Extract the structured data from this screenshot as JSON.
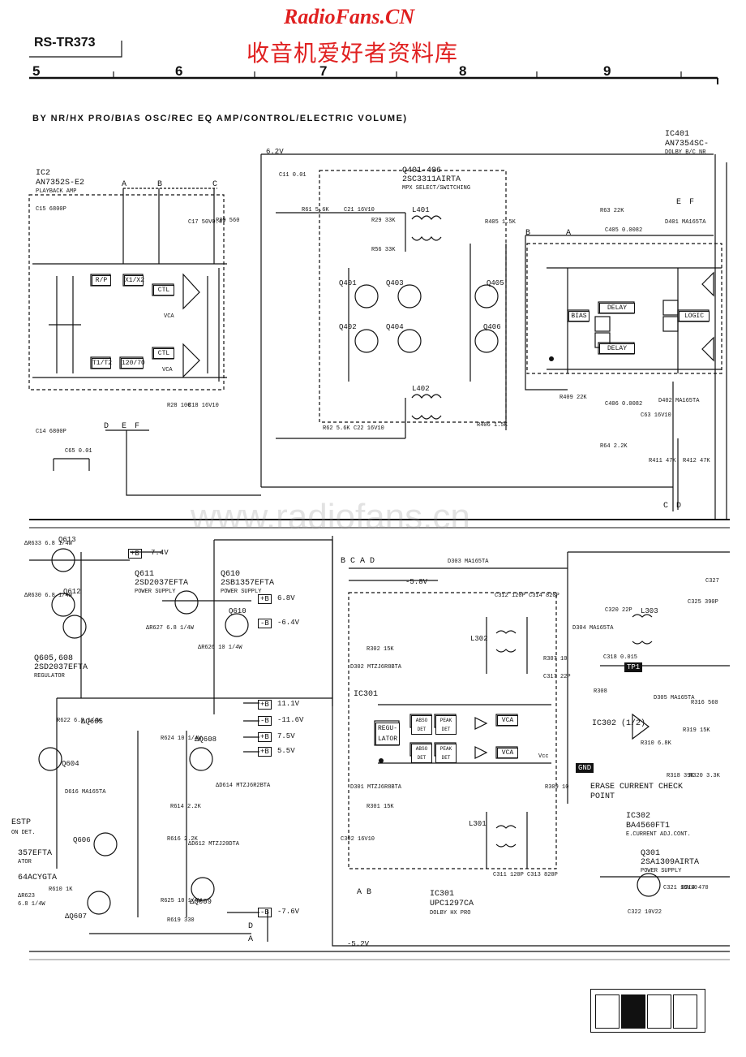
{
  "header": {
    "model": "RS-TR373",
    "watermark_title": "RadioFans.CN",
    "watermark_subtitle": "收音机爱好者资料库",
    "columns": [
      "5",
      "6",
      "7",
      "8",
      "9"
    ],
    "section_title": "BY NR/HX PRO/BIAS OSC/REC EQ AMP/CONTROL/ELECTRIC VOLUME)"
  },
  "watermark": "www.radiofans.cn",
  "ic_blocks": {
    "ic2": {
      "ref": "IC2",
      "part": "AN7352S-E2",
      "desc": "PLAYBACK AMP"
    },
    "ic401": {
      "ref": "IC401",
      "part": "AN7354SC-",
      "desc": "DOLBY B/C NR"
    },
    "q401": {
      "ref": "Q401-406",
      "part": "2SC3311AIRTA",
      "desc": "MPX SELECT/SWITCHING"
    },
    "ic301": {
      "ref": "IC301",
      "part": "UPC1297CA",
      "desc": "DOLBY HX PRO"
    },
    "ic302": {
      "ref": "IC302",
      "part": "BA4560FT1",
      "desc": "E.CURRENT ADJ.CONT."
    },
    "ic302_half": "IC302 (1/2)",
    "ic301_label": "IC301"
  },
  "transistors": {
    "q611": {
      "ref": "Q611",
      "part": "2SD2037EFTA",
      "desc": "POWER SUPPLY"
    },
    "q610": {
      "ref": "Q610",
      "part": "2SB1357EFTA",
      "desc": "POWER SUPPLY"
    },
    "q605": {
      "ref": "Q605,608",
      "part": "2SD2037EFTA",
      "desc": "REGULATOR"
    },
    "q301": {
      "ref": "Q301",
      "part": "2SA1309AIRTA",
      "desc": "POWER SUPPLY"
    },
    "q613": "Q613",
    "q612": "Q612",
    "q604": "Q604",
    "q606": "Q606",
    "q607": "ΔQ607",
    "q609": "ΔQ609",
    "q605_s": "ΔQ605",
    "q608_s": "ΔQ608",
    "q401_list": [
      "Q401",
      "Q402",
      "Q403",
      "Q404",
      "Q405",
      "Q406"
    ],
    "q610_s": "Q610"
  },
  "left_partial": {
    "estp": "ESTP",
    "ndet": "ON DET.",
    "efta": "357EFTA",
    "ator": "ATOR",
    "acygta": "64ACYGTA",
    "r623": "ΔR623",
    "r623v": "6.8 1/4W"
  },
  "ic_internal": {
    "rp": "R/P",
    "x1x2": "X1/X2",
    "ctl": "CTL",
    "vca": "VCA",
    "t1t2": "T1/T2",
    "b120": "120/70",
    "delay": "DELAY",
    "bias": "BIAS",
    "logic": "LOGIC",
    "regulator": "REGU- LATOR",
    "abso_det": "ABSO DET",
    "peak_det": "PEAK DET",
    "vcc": "Vcc"
  },
  "rails": [
    {
      "label": "+B",
      "value": "7.4V"
    },
    {
      "label": "+B",
      "value": "6.8V"
    },
    {
      "label": "-B",
      "value": "-6.4V"
    },
    {
      "label": "+B",
      "value": "11.1V"
    },
    {
      "label": "-B",
      "value": "-11.6V"
    },
    {
      "label": "+B",
      "value": "7.5V"
    },
    {
      "label": "+B",
      "value": "5.5V"
    },
    {
      "label": "-B",
      "value": "-7.6V"
    }
  ],
  "voltages": {
    "v62": "6.2V",
    "v52": "-5.2V",
    "v58": "-5.8V"
  },
  "components": {
    "c15": "C15 6800P",
    "c14": "C14 6800P",
    "c65": "C65 0.01",
    "c17": "C17 50V0.47",
    "c18": "C18 16V10",
    "c21": "C21 16V10",
    "c22": "C22 16V10",
    "c11": "C11 0.01",
    "r61": "R61 5.6K",
    "r62": "R62 5.6K",
    "r80": "R80 560",
    "r28": "R28 100",
    "r29": "R29 33K",
    "r56": "R56 33K",
    "l401": "L401",
    "l402": "L402",
    "r405": "R405 1.5K",
    "r406": "R406 1.5K",
    "r409": "R409 22K",
    "r63": "R63 22K",
    "c63": "C63 16V10",
    "r64": "R64 2.2K",
    "r411": "R411 47K",
    "r412": "R412 47K",
    "c406": "C406 0.0082",
    "c405": "C405 0.0082",
    "d401": "D401 MA165TA",
    "d402": "D402 MA165TA",
    "d303": "D303 MA165TA",
    "d302": "D302 MTZJ6R8BTA",
    "d301": "D301 MTZJ6R8BTA",
    "d304": "D304 MA165TA",
    "d305": "D305 MA165TA",
    "l301": "L301",
    "l302": "L302",
    "l303": "L303",
    "c312": "C312 120P",
    "c314": "C314 820P",
    "c311": "C311 120P",
    "c313": "C313 820P",
    "r307": "R307 10",
    "c317": "C317 22P",
    "r309": "R309 10",
    "r302": "R302 15K",
    "r301": "R301 15K",
    "c320": "C320 22P",
    "c318": "C318 0.015",
    "tp1": "TP1",
    "gnd": "GND",
    "erase": "ERASE CURRENT CHECK POINT",
    "r308": "R308",
    "r319": "R319 15K",
    "r316": "R316 560",
    "r314": "R314 470",
    "c321": "C321 16V10",
    "c322": "C322 10V22",
    "r310": "R310 6.8K",
    "r318": "R318 39K",
    "r320": "R320 3.3K",
    "c325": "C325 390P",
    "c327": "C327",
    "r633": "ΔR633 6.8 1/4W",
    "r630": "ΔR630 6.8 1/4W",
    "r622": "R622 6.8 1/4W",
    "r624": "R624 10 1/4W",
    "r625": "R625 10 1/4W",
    "r626": "ΔR626 10 1/4W",
    "r627": "ΔR627 6.8 1/4W",
    "r614": "R614 2.2K",
    "r616": "R616 2.2K",
    "d616": "D616 MA165TA",
    "d614": "ΔD614 MTZJ6R2BTA",
    "d612": "ΔD612 MTZJ20DTA",
    "r619": "R619 330",
    "r610": "R610 1K",
    "c302": "C302 16V10"
  },
  "connectors": {
    "top": [
      "A",
      "B",
      "C"
    ],
    "bottom": [
      "D",
      "E",
      "F"
    ],
    "right_top": [
      "E",
      "F"
    ],
    "right_mid": [
      "B",
      "A"
    ],
    "cd": [
      "C",
      "D"
    ],
    "bcad": "B C A D",
    "ab": "A B",
    "d_arrow": "D",
    "a_arrow": "A"
  },
  "legend": {
    "filled_index": 1,
    "count": 4
  }
}
